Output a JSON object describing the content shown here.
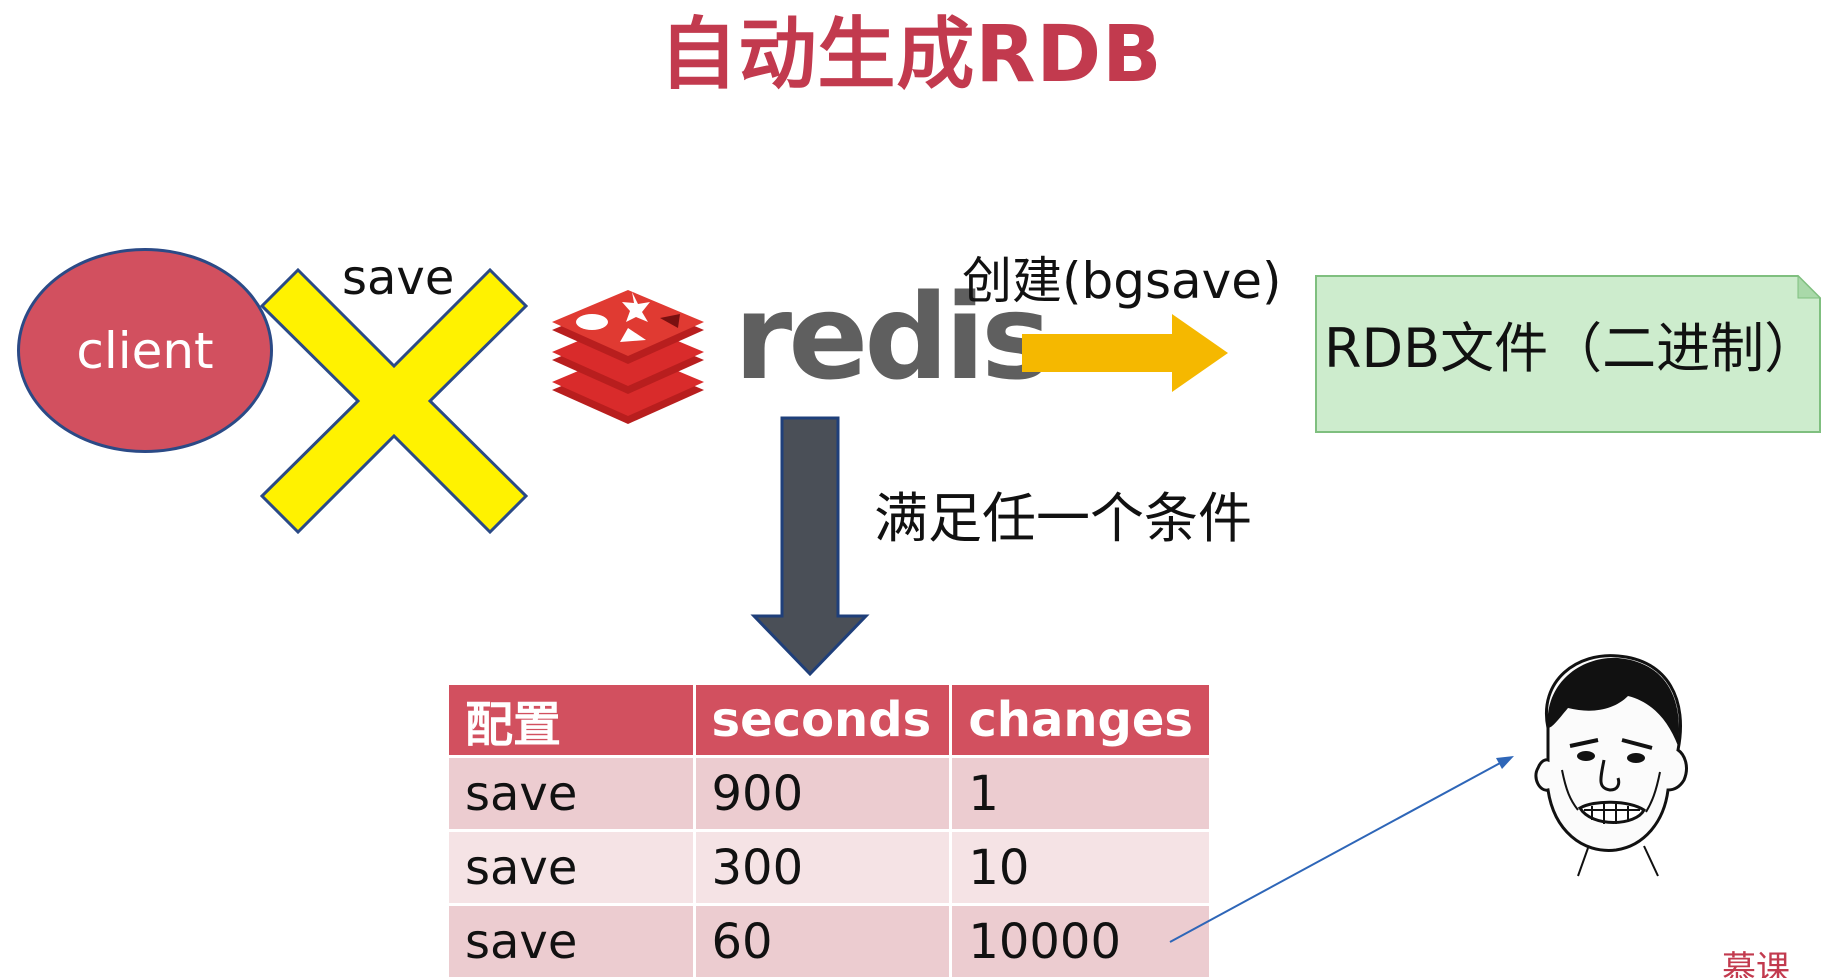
{
  "title": "自动生成RDB",
  "client_label": "client",
  "save_label": "save",
  "redis_wordmark": "redis",
  "create_label": "创建(bgsave)",
  "rdb_file_label": "RDB文件（二进制）",
  "condition_label": "满足任一个条件",
  "table": {
    "headers": [
      "配置",
      "seconds",
      "changes"
    ],
    "rows": [
      [
        "save",
        "900",
        "1"
      ],
      [
        "save",
        "300",
        "10"
      ],
      [
        "save",
        "60",
        "10000"
      ]
    ]
  },
  "watermark": "慕课",
  "colors": {
    "title": "#c23a4e",
    "client_fill": "#d2505f",
    "x_mark": "#fff200",
    "orange_arrow": "#f5b800",
    "down_arrow": "#4a4f57",
    "rdb_box": "#cdeccd",
    "table_header": "#d2505f"
  },
  "icons": [
    "x-mark-icon",
    "redis-logo-icon",
    "right-arrow-icon",
    "down-arrow-icon",
    "meme-face-icon"
  ]
}
